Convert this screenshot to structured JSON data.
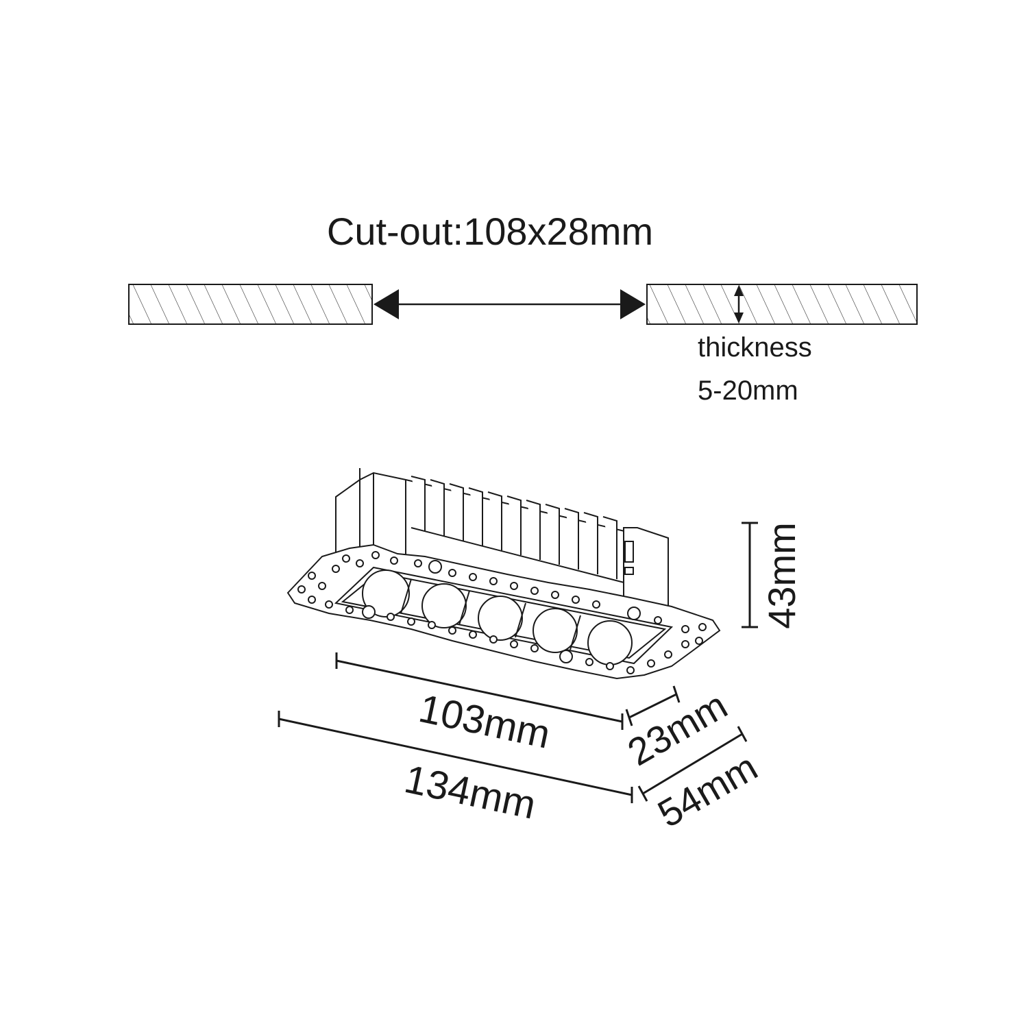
{
  "cutout": {
    "label": "Cut-out:108x28mm",
    "thickness_label": "thickness",
    "thickness_value": "5-20mm"
  },
  "dimensions": {
    "height": "43mm",
    "inner_length": "103mm",
    "outer_length": "134mm",
    "inner_width": "23mm",
    "outer_width": "54mm"
  },
  "fixture": {
    "led_count": 5
  },
  "colors": {
    "line": "#1a1a1a",
    "background": "#ffffff"
  }
}
